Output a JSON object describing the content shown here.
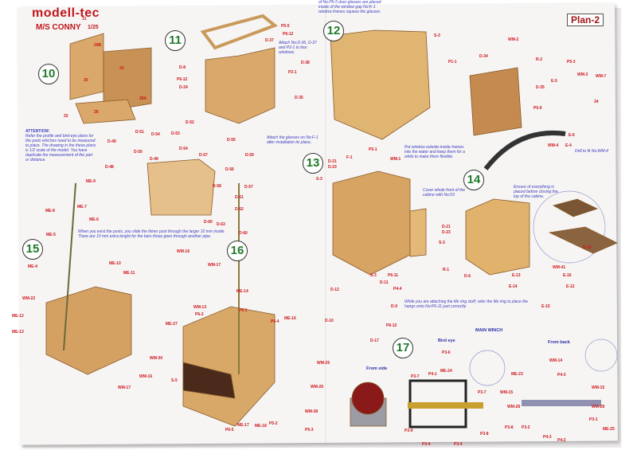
{
  "header": {
    "brand": "modell-tec",
    "model": "M/S CONNY",
    "scale": "1/25",
    "plan": "Plan-2"
  },
  "steps": [
    "10",
    "11",
    "12",
    "13",
    "14",
    "15",
    "16",
    "17"
  ],
  "notes": {
    "attention_title": "ATTENTION!",
    "attention_text": "Refer the profile and bird-eye plans for the parts whiches need to be measured to place. The drawing in the these plans is 1/2 scale of the model. You have duplicate the measurement of the part or distance.",
    "attach_windows": "Attach No:D-36, D-37 and P2-1 to four windows.",
    "door_glasses": "of No:P5-5 door glasses are placed inside of the window gap No:K-1 window frames squeez the glasses",
    "attach_glasses": "Attach the glasses on No:F-1 after installation its place.",
    "window_frames": "Put window outside-inside frames into the water and keep them for a while to make them flexible.",
    "drill": "Drill to fit No:WM-4",
    "cover_front": "Cover whole front of the cabine with No:53",
    "ensure": "Ensure of everything is placed before closing the top of the cabine.",
    "posts": "When you exist the posts, you slide the thiner post through the larger 10 mm inside. There are 10 mm extra lenght for the bars those goes through another pipe.",
    "life_ring": "While you are attaching the life ring stuff, refer the life ring to place the hangs onto No:P6-11 part correctly.",
    "main_winch": "MAIN WINCH",
    "bird_eye": "Bird eye",
    "from_back": "From back",
    "from_side": "From side"
  },
  "labels": [
    "31",
    "D-37",
    "D-38",
    "D-8",
    "P6-12",
    "D-24",
    "P2-1",
    "D-35",
    "33",
    "30",
    "28A",
    "28",
    "32",
    "29B",
    "D-51",
    "D-52",
    "D-53",
    "D-54",
    "D-54",
    "D-49",
    "D-50",
    "D-55",
    "D-57",
    "D-59",
    "P5-5",
    "P6-12",
    "S-3",
    "D-34",
    "P1-1",
    "WM-2",
    "R-2",
    "P5-3",
    "WM-3",
    "WM-7",
    "E-5",
    "D-35",
    "34",
    "P5-6",
    "E-6",
    "WM-4",
    "E-4",
    "P5-1",
    "WM-1",
    "F-1",
    "D-21",
    "D-23",
    "S-3",
    "D-21",
    "D-23",
    "S-3",
    "S-3",
    "P6-11",
    "R-1",
    "P4-4",
    "D-11",
    "D-12",
    "D-9",
    "D-6",
    "D-10",
    "WM-41",
    "E-13",
    "E-16",
    "E-14",
    "E-12",
    "E-15",
    "D-10",
    "P6-12",
    "D-17",
    "P3-6",
    "P3-7",
    "P4-1",
    "ME-24",
    "P3-7",
    "P3-9",
    "P3-8",
    "P3-4",
    "P3-4",
    "ME-23",
    "WM-14",
    "P4-3",
    "WM-15",
    "WM-15",
    "WM-28",
    "WM-28",
    "P3-1",
    "P3-8",
    "P3-2",
    "P4-3",
    "P4-2",
    "ME-25",
    "D-48",
    "D-49",
    "D-56",
    "D-58",
    "D-57",
    "D-61",
    "D-62",
    "D-60",
    "D-63",
    "D-60",
    "ME-9",
    "ME-8",
    "ME-7",
    "ME-6",
    "ME-5",
    "ME-4",
    "ME-10",
    "ME-11",
    "WM-16",
    "WM-17",
    "ME-14",
    "WM-22",
    "ME-12",
    "ME-13",
    "WM-13",
    "P6-2",
    "P6-1",
    "P6-4",
    "ME-16",
    "ME-27",
    "WM-30",
    "WM-25",
    "WM-26",
    "S-5",
    "WM-16",
    "WM-17",
    "P6-5",
    "ME-17",
    "ME-18",
    "P5-2",
    "WM-38",
    "P5-3"
  ],
  "colors": {
    "label": "#d0161c",
    "note": "#3b3cc0",
    "step": "#1f7a2a",
    "wood": "#d9a86a"
  }
}
